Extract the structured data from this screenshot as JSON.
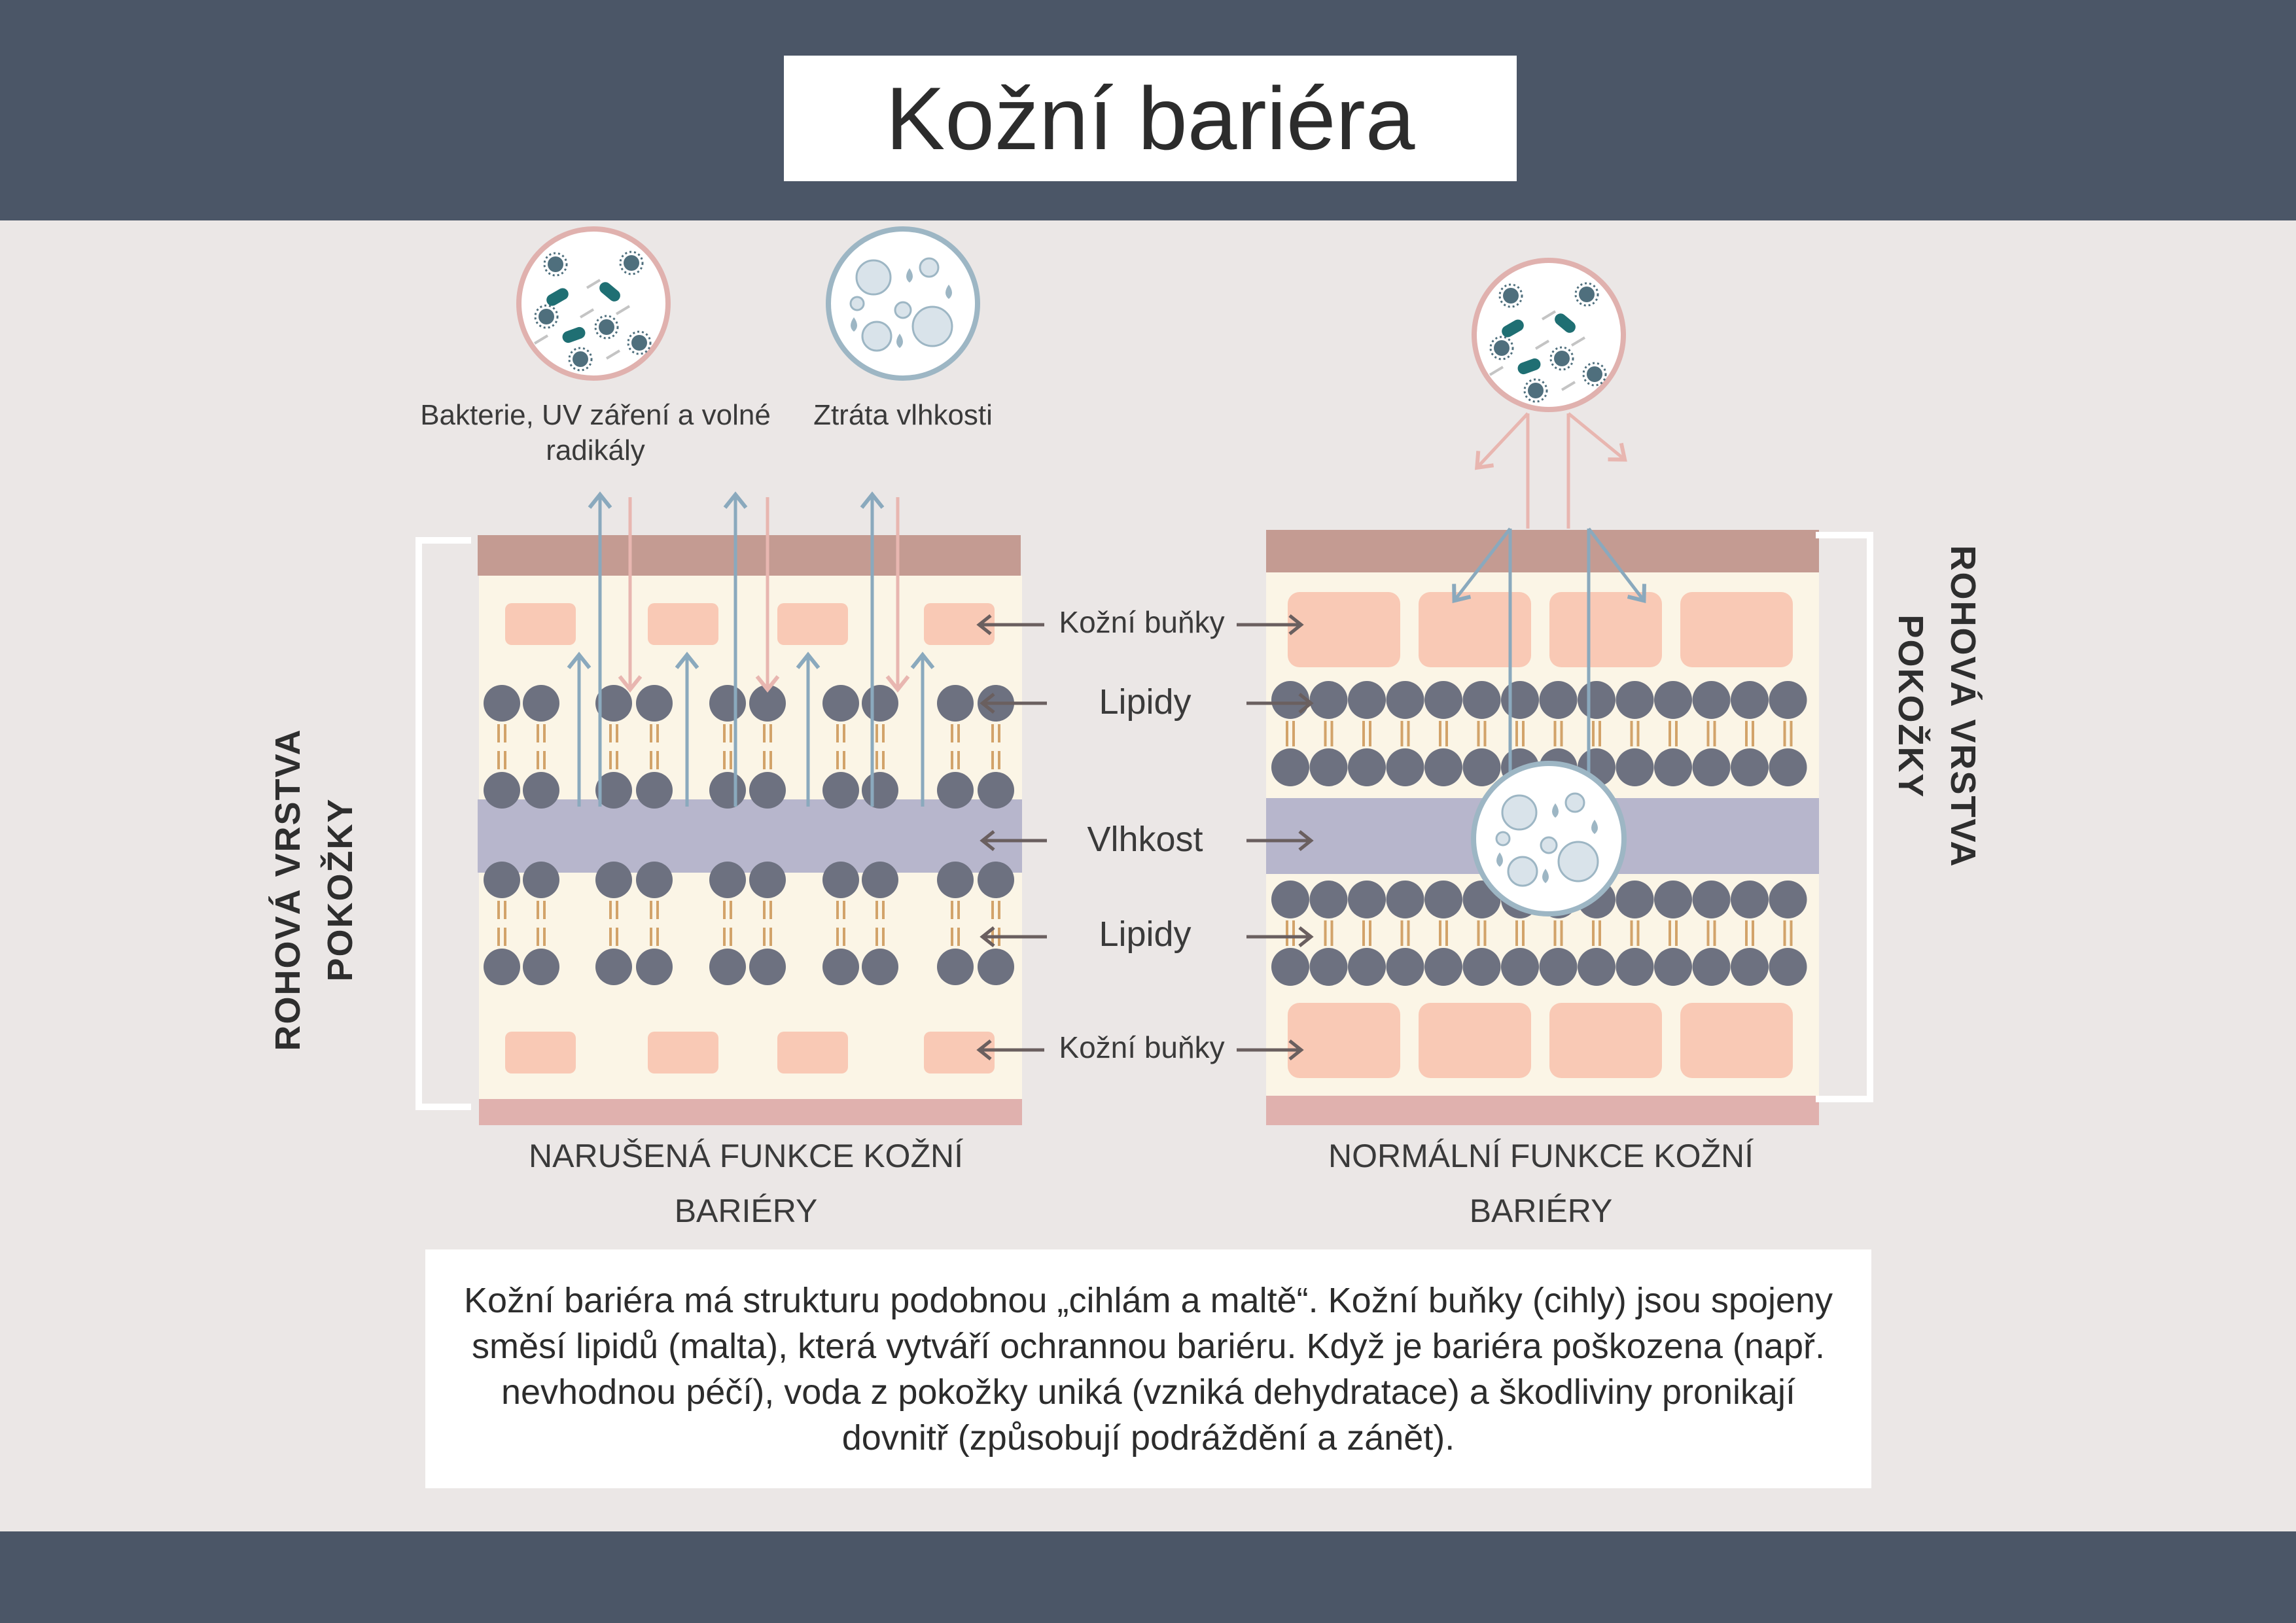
{
  "title": "Kožní bariéra",
  "icons": {
    "bacteria_icon": "bacteria-uv-radicals-icon",
    "moisture_icon": "water-droplets-icon"
  },
  "top_labels": {
    "bacteria": "Bakterie, UV záření a volné radikály",
    "moisture_loss": "Ztráta vlhkosti"
  },
  "middle_labels": {
    "cells_top": "Kožní buňky",
    "lipids_top": "Lipidy",
    "moisture": "Vlhkost",
    "lipids_bottom": "Lipidy",
    "cells_bottom": "Kožní buňky"
  },
  "side_labels": {
    "left": "ROHOVÁ VRSTVA POKOŽKY",
    "right": "ROHOVÁ VRSTVA POKOŽKY"
  },
  "captions": {
    "left": "NARUŠENÁ FUNKCE KOŽNÍ BARIÉRY",
    "right": "NORMÁLNÍ FUNKCE KOŽNÍ BARIÉRY"
  },
  "description": "Kožní bariéra má strukturu podobnou „cihlám a maltě“. Kožní buňky (cihly) jsou spojeny směsí lipidů (malta), která vytváří ochrannou bariéru. Když je bariéra poškozena (např. nevhodnou péčí), voda z pokožky uniká (vzniká dehydratace) a škodliviny pronikají dovnitř (způsobují podráždění a zánět).",
  "colors": {
    "header_band": "#4b5667",
    "background": "#ebe7e6",
    "stratum_border": "#c49b92",
    "stratum_fill": "#fbf5e6",
    "skin_cell": "#f9c9b5",
    "lipid_head": "#6d7180",
    "lipid_tail": "#d2a36a",
    "moisture_band": "#b7b6cc",
    "arrow_blue": "#8aa9bd",
    "arrow_pink": "#e8b6b0",
    "arrow_gray": "#6a5f5f",
    "circle_pink": "#e0b1ae",
    "circle_blue": "#9db6c4"
  }
}
